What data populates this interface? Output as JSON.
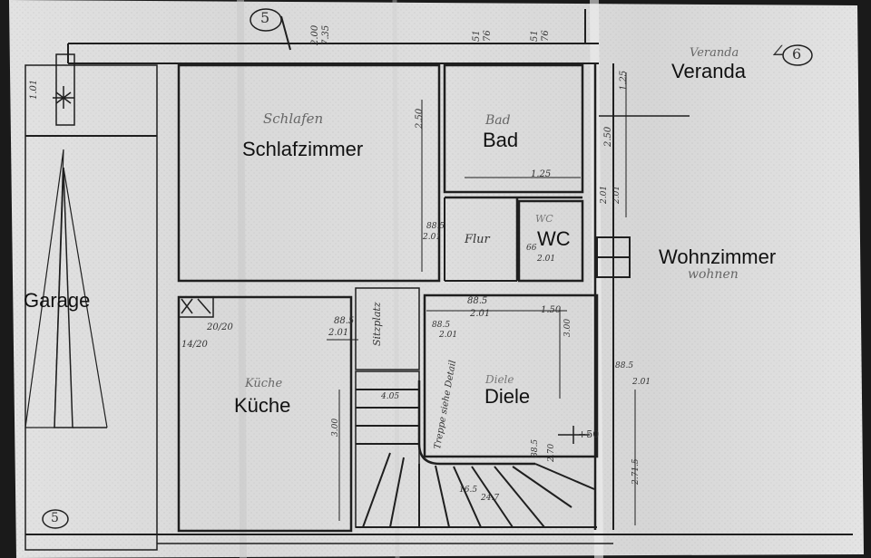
{
  "rooms": {
    "schlafzimmer": "Schlafzimmer",
    "bad": "Bad",
    "wc": "WC",
    "veranda": "Veranda",
    "wohnzimmer": "Wohnzimmer",
    "garage": "Garage",
    "kueche": "Küche",
    "diele": "Diele"
  },
  "handwritten": {
    "schlafen": "Schlafen",
    "bad": "Bad",
    "flur": "Flur",
    "wc": "WC",
    "veranda": "Veranda",
    "wohnen": "wohnen",
    "kueche": "Küche",
    "diele": "Diele",
    "treppe": "Treppe siehe Detail",
    "sitzplatz": "Sitzplatz"
  },
  "marks": {
    "sheet_top": "5",
    "sheet_right": "6",
    "sheet_bottom": "5",
    "angle": "∠"
  },
  "dimensions": {
    "top_1": "2.00",
    "top_2": "7.35",
    "top_3": "51",
    "top_4": "76",
    "top_5": "51",
    "top_6": "76",
    "left_top": "1.01",
    "schlaf_h": "2.50",
    "bad_w": "1.25",
    "flur_1": "88.5",
    "flur_2": "2.01",
    "wc_1": "66",
    "wc_2": "2.01",
    "veranda_1": "1.25",
    "veranda_2": "2.50",
    "right_1": "2.01",
    "right_2": "2.01",
    "diele_1": "88.5",
    "diele_2": "2.01",
    "diele_3": "1.50",
    "diele_4": "88.5",
    "diele_5": "2.01",
    "diele_h": "3.00",
    "kueche_1": "20/20",
    "kueche_2": "14/20",
    "kueche_3": "88.5",
    "kueche_4": "2.01",
    "kueche_h": "3.00",
    "stair_1": "4.05",
    "stair_2": "16.5",
    "stair_3": "24.7",
    "stair_4": "88.5",
    "stair_5": "2.70",
    "level": "+50",
    "wohn_1": "88.5",
    "wohn_2": "2.01",
    "wohn_h": "2.71.5"
  }
}
